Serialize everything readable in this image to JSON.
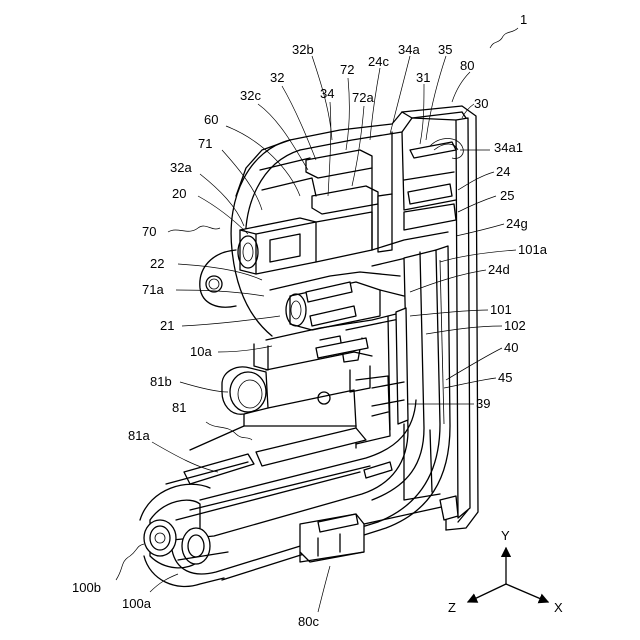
{
  "figure": {
    "labels": {
      "l1": "1",
      "l32b": "32b",
      "l34a": "34a",
      "l35": "35",
      "l80": "80",
      "l32": "32",
      "l72": "72",
      "l24c": "24c",
      "l31": "31",
      "l30": "30",
      "l32c": "32c",
      "l34": "34",
      "l72a": "72a",
      "l60": "60",
      "l34a1": "34a1",
      "l71": "71",
      "l24": "24",
      "l32a": "32a",
      "l25": "25",
      "l20": "20",
      "l24g": "24g",
      "l70": "70",
      "l101a": "101a",
      "l22": "22",
      "l24d": "24d",
      "l71a": "71a",
      "l101": "101",
      "l21": "21",
      "l102": "102",
      "l10a": "10a",
      "l40": "40",
      "l81b": "81b",
      "l45": "45",
      "l39": "39",
      "l81": "81",
      "l81a": "81a",
      "l100b": "100b",
      "l100a": "100a",
      "l80c": "80c",
      "axisY": "Y",
      "axisZ": "Z",
      "axisX": "X"
    }
  }
}
